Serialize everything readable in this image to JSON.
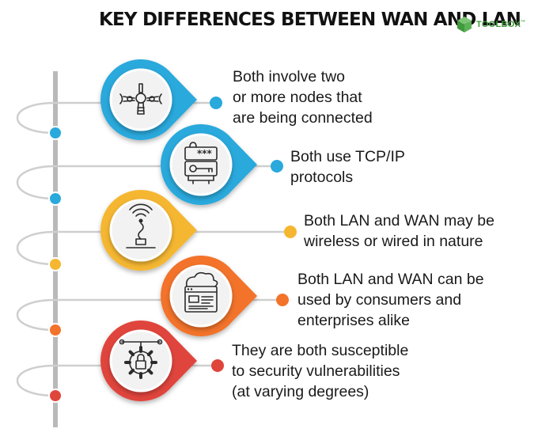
{
  "title": "KEY DIFFERENCES BETWEEN WAN AND LAN",
  "logo": {
    "text": "TOOLBOX",
    "mark": "™",
    "icon": "cube-icon",
    "color": "#4aa346"
  },
  "items": [
    {
      "text": "Both involve two\nor more nodes that\nare being connected",
      "icon": "network-tool-icon",
      "color": "#29a9dc"
    },
    {
      "text": "Both use TCP/IP\nprotocols",
      "icon": "password-key-icon",
      "color": "#29a9dc"
    },
    {
      "text": "Both LAN and WAN may be\nwireless or wired in nature",
      "icon": "wireless-antenna-icon",
      "color": "#f5b731"
    },
    {
      "text": "Both LAN and WAN can be\nused by consumers and\nenterprises alike",
      "icon": "cloud-browser-icon",
      "color": "#f3732b"
    },
    {
      "text": "They are both susceptible\nto security vulnerabilities\n(at varying degrees)",
      "icon": "security-lock-icon",
      "color": "#e0453c"
    }
  ]
}
